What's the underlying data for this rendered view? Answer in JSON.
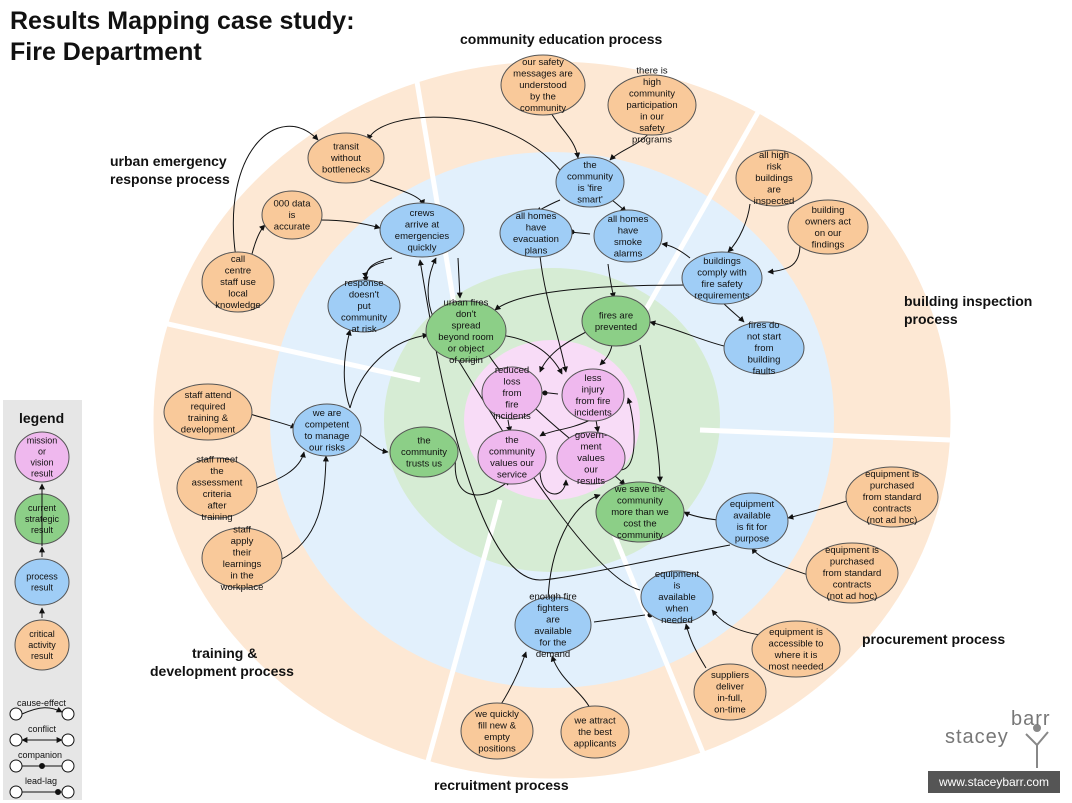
{
  "title": {
    "line1": "Results Mapping case study:",
    "line2": "Fire Department"
  },
  "colors": {
    "critical": "#f9c99a",
    "process": "#9fcdf6",
    "strategic": "#8ccf87",
    "mission": "#efb8ee",
    "ring_outer": "#fde8d4",
    "ring_process": "#e2f0fc",
    "ring_strategic": "#d6ecd4",
    "ring_mission": "#f8dcf7"
  },
  "processes": {
    "community_education": "community education process",
    "urban_emergency_1": "urban emergency",
    "urban_emergency_2": "response process",
    "building_inspection_1": "building inspection",
    "building_inspection_2": "process",
    "training_1": "training &",
    "training_2": "development process",
    "recruitment": "recruitment process",
    "procurement": "procurement process"
  },
  "nodes": {
    "safety_messages": "our safety messages are understood by the community",
    "high_participation": "there is high community participation in our safety programs",
    "transit": "transit without bottlenecks",
    "fire_smart": "the community is 'fire smart'",
    "high_risk": "all high risk buildings are inspected",
    "owners_act": "building owners act on our findings",
    "data_000": "000 data is accurate",
    "crews_arrive": "crews arrive at emergencies quickly",
    "evacuation": "all homes have evacuation plans",
    "smoke_alarms": "all homes have smoke alarms",
    "buildings_comply": "buildings comply with fire safety requirements",
    "call_centre": "call centre staff use local knowledge",
    "response_risk": "response doesn't put community at risk",
    "urban_fires": "urban fires don't spread beyond room or object of origin",
    "fires_prevented": "fires are prevented",
    "faults": "fires do not start from building faults",
    "reduced_loss": "reduced loss from fire incidents",
    "less_injury": "less injury from fire incidents",
    "staff_attend": "staff attend required training & development",
    "competent": "we are competent to manage our risks",
    "trusts_us": "the community trusts us",
    "values_service": "the community values our service",
    "govt_values": "govern- ment values our results",
    "save_more": "we save the community more than we cost the community",
    "purchased_1": "equipment is purchased from standard contracts (not ad hoc)",
    "staff_meet": "staff meet the assessment criteria after training",
    "fit_purpose": "equipment available is fit for purpose",
    "staff_apply": "staff apply their learnings in the workplace",
    "purchased_2": "equipment is purchased from standard contracts (not ad hoc)",
    "available_needed": "equipment is available when needed",
    "enough_ff": "enough fire fighters are available for the demand",
    "accessible": "equipment is accessible to where it is most needed",
    "suppliers": "suppliers deliver in-full, on-time",
    "fill_positions": "we quickly fill new & empty positions",
    "attract": "we attract the best applicants"
  },
  "legend": {
    "title": "legend",
    "mission": "mission or vision result",
    "strategic": "current strategic result",
    "process": "process result",
    "critical": "critical activity result",
    "cause_effect": "cause-effect",
    "conflict": "conflict",
    "companion": "companion",
    "lead_lag": "lead-lag"
  },
  "brand": {
    "name1": "stacey",
    "name2": "barr",
    "url": "www.staceybarr.com"
  }
}
